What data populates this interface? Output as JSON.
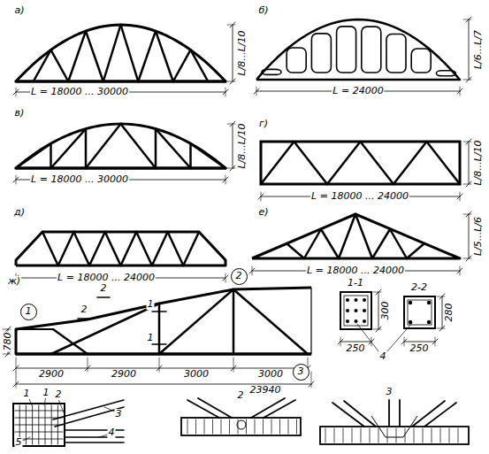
{
  "diagram": {
    "nodes": [
      {
        "text": [
          "1"
        ]
      },
      {
        "text": [
          "2"
        ]
      },
      {
        "text": [
          "3"
        ]
      }
    ],
    "labels": [
      "а)",
      "б)",
      "L = 18000 ... 30000",
      "L/8...L/10",
      "L = 24000",
      "L/6...L/7",
      "в)",
      "L = 18000 ... 30000",
      "L/8...L/10",
      "г)",
      "L = 18000 ... 24000",
      "L/8...L/10",
      "д)",
      "L = 18000 ... 24000",
      "е)",
      "L = 18000 ... 24000",
      "L/5...L/6",
      "ж)",
      "2",
      "2",
      "1",
      "1",
      "780",
      "2900",
      "2900",
      "3000",
      "3000",
      "23940",
      "1-1",
      "300",
      "250",
      "2-2",
      "280",
      "250",
      "4",
      "1",
      "1",
      "2",
      "3",
      "4",
      "5",
      "2",
      "3"
    ]
  }
}
